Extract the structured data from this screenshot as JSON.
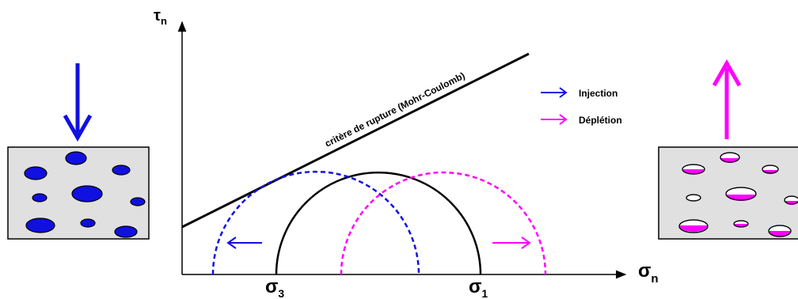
{
  "axes": {
    "y_label": "τ",
    "y_sub": "n",
    "x_label": "σ",
    "x_sub": "n"
  },
  "ticks": {
    "sigma3_main": "σ",
    "sigma3_sub": "3",
    "sigma1_main": "σ",
    "sigma1_sub": "1"
  },
  "criterion": {
    "label": "critère de rupture (Mohr-Coulomb)"
  },
  "legend": {
    "items": [
      {
        "label": "Injection",
        "color": "#1010e0"
      },
      {
        "label": "Déplétion",
        "color": "#ff00ff"
      }
    ]
  },
  "colors": {
    "injection": "#1010e0",
    "depletion": "#ff00ff",
    "mohr_circle": "#000000",
    "rock": "#e0e0e0"
  },
  "icons": {
    "left_arrow": "arrow-down-icon",
    "right_arrow": "arrow-up-icon"
  }
}
